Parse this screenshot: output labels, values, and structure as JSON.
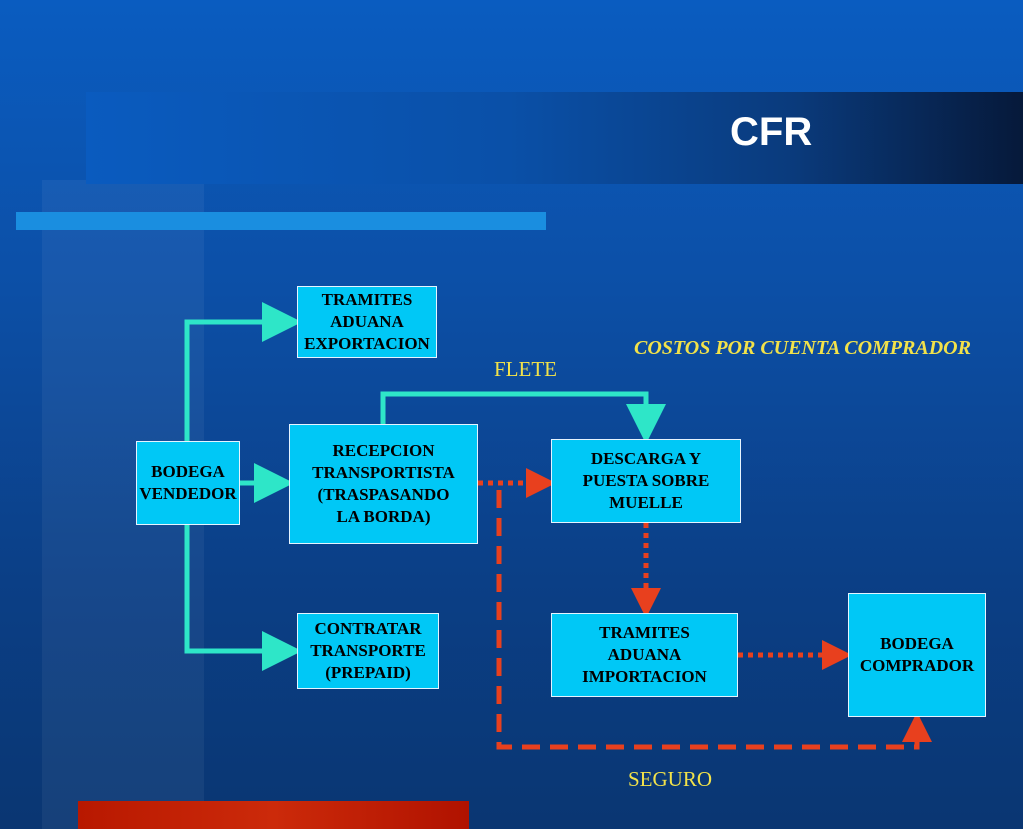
{
  "slide": {
    "title": "CFR"
  },
  "boxes": {
    "bodega_vendedor": "BODEGA\nVENDEDOR",
    "tramites_exportacion": "TRAMITES\nADUANA\nEXPORTACION",
    "recepcion_transportista": "RECEPCION\nTRANSPORTISTA\n(TRASPASANDO\nLA BORDA)",
    "contratar_transporte": "CONTRATAR\nTRANSPORTE\n(PREPAID)",
    "descarga_muelle": "DESCARGA Y\nPUESTA SOBRE\nMUELLE",
    "tramites_importacion": "TRAMITES\nADUANA\nIMPORTACION",
    "bodega_comprador": "BODEGA\nCOMPRADOR"
  },
  "labels": {
    "flete": "FLETE",
    "costos": "COSTOS POR CUENTA COMPRADOR",
    "seguro": "SEGURO"
  },
  "colors": {
    "seller_arrow": "#2ee6c8",
    "buyer_arrow": "#e8401e",
    "box_fill": "#00c8f6",
    "label_text": "#f2e24a"
  }
}
